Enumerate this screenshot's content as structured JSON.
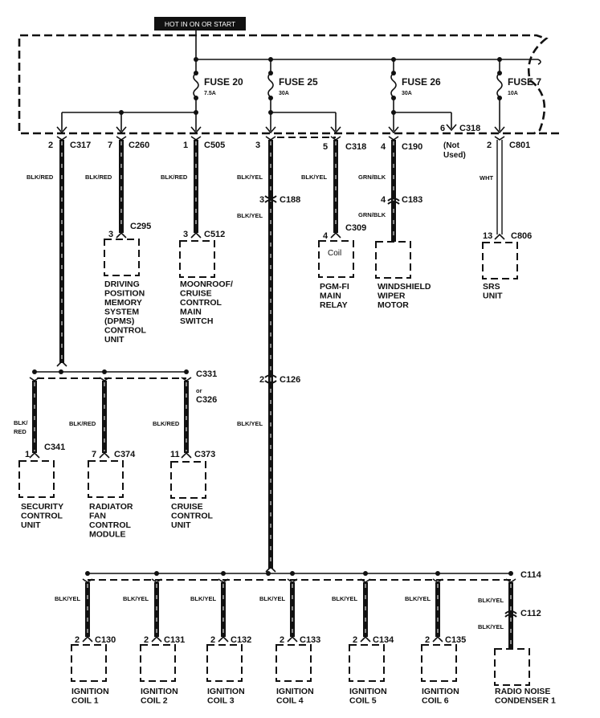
{
  "header": {
    "title": "HOT IN ON OR START"
  },
  "fuses": [
    {
      "name": "FUSE 20",
      "rating": "7.5A"
    },
    {
      "name": "FUSE 25",
      "rating": "30A"
    },
    {
      "name": "FUSE 26",
      "rating": "30A"
    },
    {
      "name": "FUSE 7",
      "rating": "10A"
    }
  ],
  "top_connectors": [
    {
      "pin": "2",
      "id": "C317"
    },
    {
      "pin": "7",
      "id": "C260"
    },
    {
      "pin": "1",
      "id": "C505"
    },
    {
      "pin": "3",
      "id": ""
    },
    {
      "pin": "5",
      "id": "C318"
    },
    {
      "pin": "4",
      "id": "C190"
    },
    {
      "pin": "6",
      "id": "C318",
      "note": "(Not\nUsed)"
    },
    {
      "pin": "2",
      "id": "C801"
    }
  ],
  "not_used_line1": "(Not",
  "not_used_line2": "Used)",
  "wires": {
    "blk_red": "BLK/RED",
    "blk_yel": "BLK/YEL",
    "grn_blk": "GRN/BLK",
    "wht": "WHT",
    "blk_slash": "BLK/",
    "red": "RED"
  },
  "inline_connectors": [
    {
      "pin": "3",
      "id": "C188"
    },
    {
      "pin": "4",
      "id": "C183"
    },
    {
      "pin": "2",
      "id": "C126"
    },
    {
      "pin": "",
      "id": "C112"
    }
  ],
  "splices": {
    "c331": "C331",
    "or": "or",
    "c326": "C326",
    "c114": "C114"
  },
  "components_upper": [
    {
      "pin": "3",
      "conn": "C295",
      "lines": [
        "DRIVING",
        "POSITION",
        "MEMORY",
        "SYSTEM",
        "(DPMS)",
        "CONTROL",
        "UNIT"
      ]
    },
    {
      "pin": "3",
      "conn": "C512",
      "lines": [
        "MOONROOF/",
        "CRUISE",
        "CONTROL",
        "MAIN",
        "SWITCH"
      ]
    },
    {
      "pin": "4",
      "conn": "C309",
      "inner": "Coil",
      "lines": [
        "PGM-FI",
        "MAIN",
        "RELAY"
      ]
    },
    {
      "pin": "",
      "conn": "",
      "lines": [
        "WINDSHIELD",
        "WIPER",
        "MOTOR"
      ]
    },
    {
      "pin": "13",
      "conn": "C806",
      "lines": [
        "SRS",
        "UNIT"
      ]
    }
  ],
  "components_middle": [
    {
      "pin": "1",
      "conn": "C341",
      "lines": [
        "SECURITY",
        "CONTROL",
        "UNIT"
      ]
    },
    {
      "pin": "7",
      "conn": "C374",
      "lines": [
        "RADIATOR",
        "FAN",
        "CONTROL",
        "MODULE"
      ]
    },
    {
      "pin": "11",
      "conn": "C373",
      "lines": [
        "CRUISE",
        "CONTROL",
        "UNIT"
      ]
    }
  ],
  "components_bottom": [
    {
      "pin": "2",
      "conn": "C130",
      "lines": [
        "IGNITION",
        "COIL 1"
      ]
    },
    {
      "pin": "2",
      "conn": "C131",
      "lines": [
        "IGNITION",
        "COIL 2"
      ]
    },
    {
      "pin": "2",
      "conn": "C132",
      "lines": [
        "IGNITION",
        "COIL 3"
      ]
    },
    {
      "pin": "2",
      "conn": "C133",
      "lines": [
        "IGNITION",
        "COIL 4"
      ]
    },
    {
      "pin": "2",
      "conn": "C134",
      "lines": [
        "IGNITION",
        "COIL 5"
      ]
    },
    {
      "pin": "2",
      "conn": "C135",
      "lines": [
        "IGNITION",
        "COIL 6"
      ]
    },
    {
      "pin": "",
      "conn": "",
      "lines": [
        "RADIO NOISE",
        "CONDENSER 1"
      ]
    }
  ]
}
